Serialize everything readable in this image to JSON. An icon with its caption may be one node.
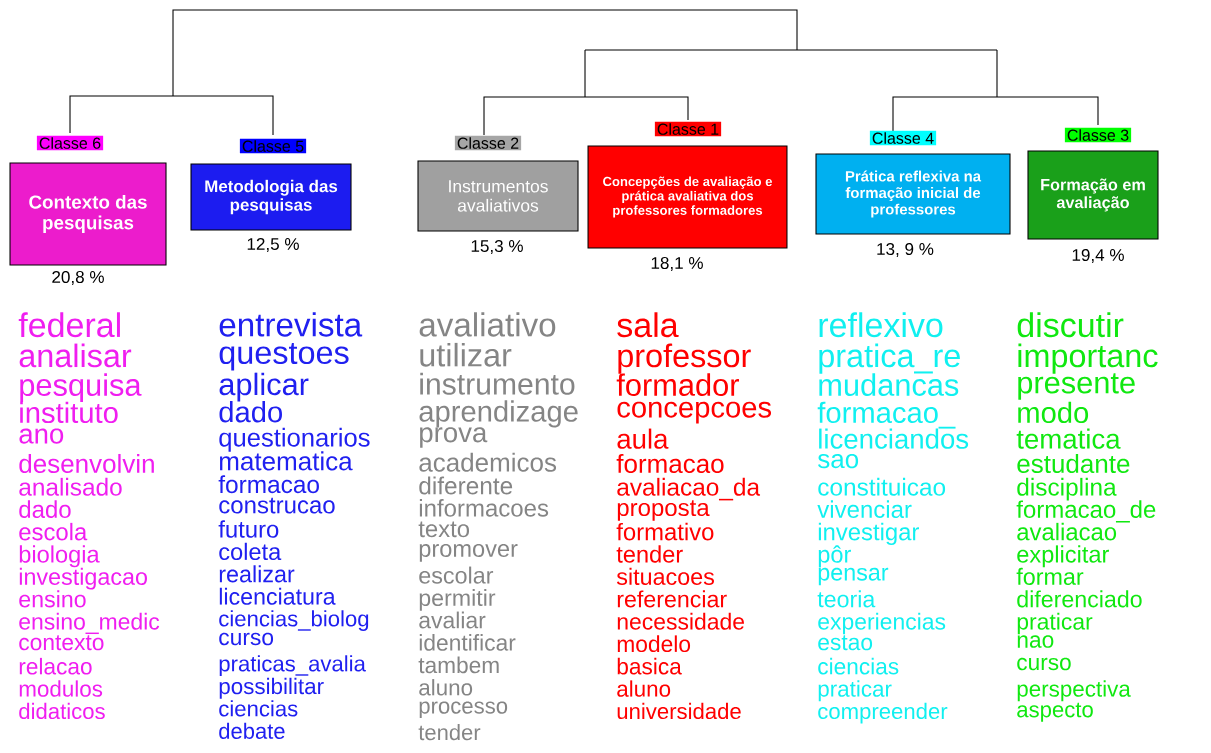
{
  "diagram": {
    "nodes": [
      {
        "text": [
          "Classe 6",
          "Contexto das pesquisas"
        ],
        "beside": [
          "20,8 %",
          "federal",
          "analisar",
          "pesquisa",
          "instituto",
          "ano",
          "desenvolvin",
          "analisado",
          "dado",
          "escola",
          "biologia",
          "investigacao",
          "ensino",
          "ensino_medic",
          "contexto",
          "relacao",
          "modulos",
          "didaticos"
        ]
      },
      {
        "text": [
          "Classe 5",
          "Metodologia das pesquisas"
        ],
        "beside": [
          "12,5 %",
          "entrevista",
          "questoes",
          "aplicar",
          "dado",
          "questionarios",
          "matematica",
          "formacao",
          "construcao",
          "futuro",
          "coleta",
          "realizar",
          "licenciatura",
          "ciencias_biolog",
          "curso",
          "praticas_avalia",
          "possibilitar",
          "ciencias",
          "debate"
        ]
      },
      {
        "text": [
          "Classe 2",
          "Instrumentos avaliativos"
        ],
        "beside": [
          "15,3 %",
          "avaliativo",
          "utilizar",
          "instrumento",
          "aprendizage",
          "prova",
          "academicos",
          "diferente",
          "informacoes",
          "texto",
          "promover",
          "escolar",
          "permitir",
          "avaliar",
          "identificar",
          "tambem",
          "aluno",
          "processo",
          "tender"
        ]
      },
      {
        "text": [
          "Classe 1",
          "Concepções de avaliação e prática avaliativa dos professores formadores"
        ],
        "beside": [
          "18,1 %",
          "sala",
          "professor",
          "formador",
          "concepcoes",
          "aula",
          "formacao",
          "avaliacao_da",
          "proposta",
          "formativo",
          "tender",
          "situacoes",
          "referenciar",
          "necessidade",
          "modelo",
          "basica",
          "aluno",
          "universidade"
        ]
      },
      {
        "text": [
          "Classe 4",
          "Prática reflexiva na formação inicial de professores"
        ],
        "beside": [
          "13, 9 %",
          "reflexivo",
          "pratica_re",
          "mudancas",
          "formacao_",
          "licenciandos",
          "sao",
          "constituicao",
          "vivenciar",
          "investigar",
          "pôr",
          "pensar",
          "teoria",
          "experiencias",
          "estao",
          "ciencias",
          "praticar",
          "compreender"
        ]
      },
      {
        "text": [
          "Classe 3",
          "Formação em avaliação"
        ],
        "beside": [
          "19,4 %",
          "discutir",
          "importanc",
          "presente",
          "modo",
          "tematica",
          "estudante",
          "disciplina",
          "formacao_de",
          "avaliacao",
          "explicitar",
          "formar",
          "diferenciado",
          "praticar",
          "nao",
          "curso",
          "perspectiva",
          "aspecto"
        ]
      }
    ]
  }
}
